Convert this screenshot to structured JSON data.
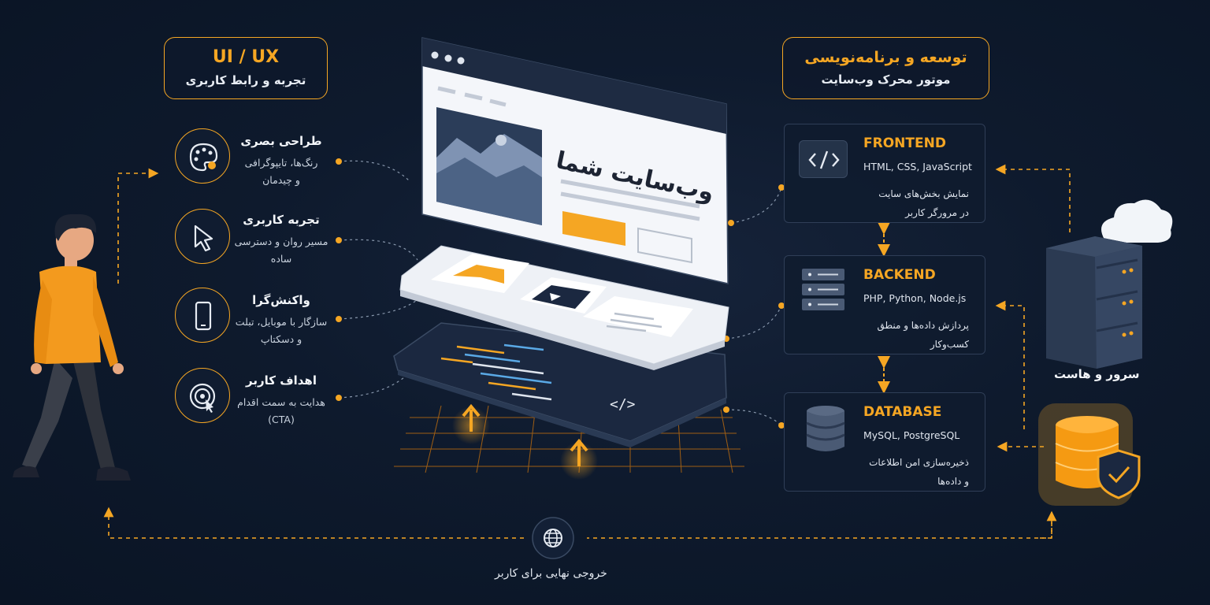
{
  "left_header": {
    "title": "UI / UX",
    "subtitle": "تجربه و رابط کاربری"
  },
  "right_header": {
    "title": "توسعه و برنامه‌نویسی",
    "subtitle": "موتور محرک وب‌سایت"
  },
  "features": [
    {
      "title": "طراحی بصری",
      "desc_line1": "رنگ‌ها، تایپوگرافی",
      "desc_line2": "و چیدمان",
      "icon": "palette-icon"
    },
    {
      "title": "تجربه کاربری",
      "desc_line1": "مسیر روان و دسترسی",
      "desc_line2": "ساده",
      "icon": "cursor-icon"
    },
    {
      "title": "واکنش‌گرا",
      "desc_line1": "سازگار با موبایل، تبلت",
      "desc_line2": "و دسکتاپ",
      "icon": "mobile-icon"
    },
    {
      "title": "اهداف کاربر",
      "desc_line1": "هدایت به سمت اقدام",
      "desc_line2": "(CTA)",
      "icon": "target-icon"
    }
  ],
  "browser": {
    "headline": "وب‌سایت شما",
    "code_glyph": "</>"
  },
  "stack": [
    {
      "title": "FRONTEND",
      "tech": "HTML, CSS, JavaScript",
      "desc_line1": "نمایش بخش‌های سایت",
      "desc_line2": "در مرورگر کاربر",
      "icon": "code-icon"
    },
    {
      "title": "BACKEND",
      "tech": "PHP, Python, Node.js",
      "desc_line1": "پردازش داده‌ها و منطق",
      "desc_line2": "کسب‌وکار",
      "icon": "server-rack-icon"
    },
    {
      "title": "DATABASE",
      "tech": "MySQL, PostgreSQL",
      "desc_line1": "ذخیره‌سازی امن اطلاعات",
      "desc_line2": "و داده‌ها",
      "icon": "database-icon"
    }
  ],
  "server_caption": "سرور و هاست",
  "bottom_caption": "خروجی نهایی برای کاربر",
  "colors": {
    "accent": "#f5a623",
    "background": "#0e1a2d",
    "card_border": "#2f3e57",
    "shirt": "#f39a1e"
  }
}
